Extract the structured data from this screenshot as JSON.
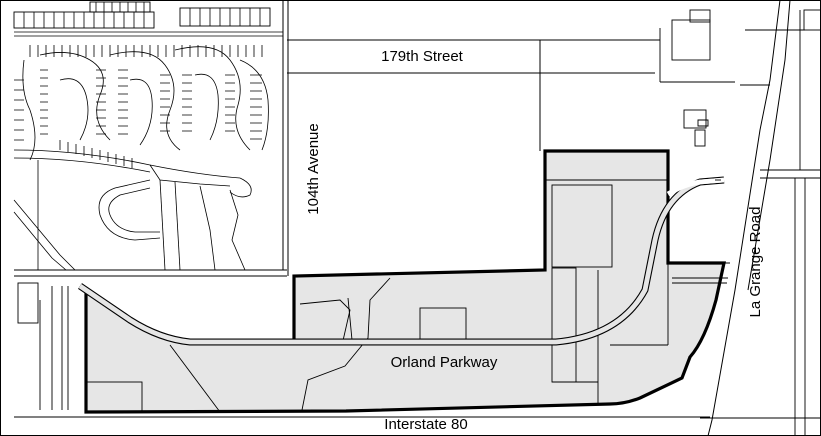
{
  "labels": {
    "street_179th": "179th Street",
    "ave_104th": "104th Avenue",
    "la_grange": "La Grange Road",
    "orland_parkway": "Orland Parkway",
    "interstate": "Interstate 80"
  },
  "colors": {
    "district_fill": "#e6e6e6",
    "outline": "#000000",
    "background": "#ffffff"
  }
}
